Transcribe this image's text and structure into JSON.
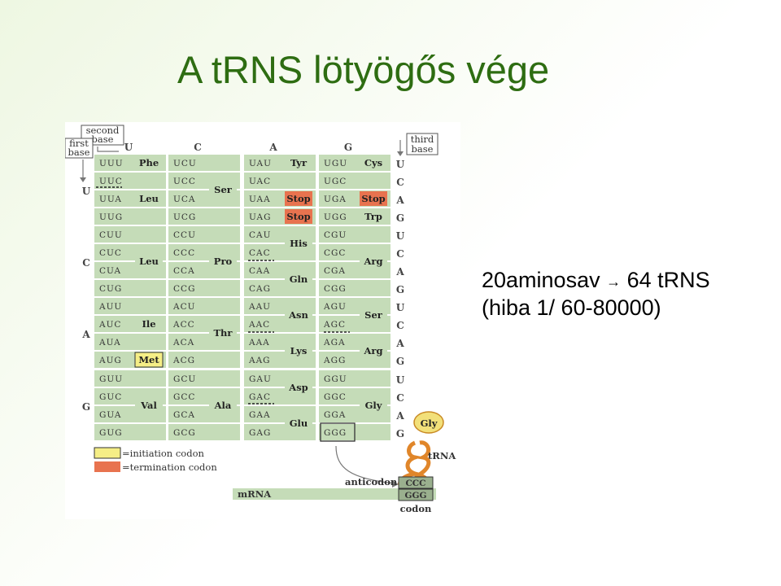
{
  "title": "A tRNS lötyögős vége",
  "note": {
    "line1_left": "20aminosav",
    "arrow": "→",
    "line1_right": "64 tRNS",
    "line2": "(hiba 1/ 60-80000)"
  },
  "colors": {
    "title": "#2e6d12",
    "cell": "#c5dcb8",
    "initiation": "#f5ee86",
    "termination": "#e8734f",
    "trna": "#e0862a"
  },
  "figure": {
    "second_base_label": "second base",
    "first_base_label": "first base",
    "third_base_label": "third base",
    "second_bases": [
      "U",
      "C",
      "A",
      "G"
    ],
    "first_bases": [
      "U",
      "C",
      "A",
      "G"
    ],
    "third_bases": [
      "U",
      "C",
      "A",
      "G"
    ],
    "rows": [
      {
        "blocks": [
          {
            "codons": [
              "UUU",
              "UUC",
              "UUA",
              "UUG"
            ],
            "aas": [
              {
                "name": "Phe",
                "row": 0
              },
              {
                "name": "Leu",
                "row": 2
              }
            ]
          },
          {
            "codons": [
              "UCU",
              "UCC",
              "UCA",
              "UCG"
            ],
            "aas": [
              {
                "name": "Ser",
                "row": 1.5
              }
            ]
          },
          {
            "codons": [
              "UAU",
              "UAC",
              "UAA",
              "UAG"
            ],
            "aas": [
              {
                "name": "Tyr",
                "row": 0
              },
              {
                "name": "Stop",
                "row": 2,
                "kind": "stop"
              },
              {
                "name": "Stop",
                "row": 3,
                "kind": "stop"
              }
            ]
          },
          {
            "codons": [
              "UGU",
              "UGC",
              "UGA",
              "UGG"
            ],
            "aas": [
              {
                "name": "Cys",
                "row": 0
              },
              {
                "name": "Stop",
                "row": 2,
                "kind": "stop"
              },
              {
                "name": "Trp",
                "row": 3
              }
            ]
          }
        ]
      },
      {
        "blocks": [
          {
            "codons": [
              "CUU",
              "CUC",
              "CUA",
              "CUG"
            ],
            "aas": [
              {
                "name": "Leu",
                "row": 1.5
              }
            ]
          },
          {
            "codons": [
              "CCU",
              "CCC",
              "CCA",
              "CCG"
            ],
            "aas": [
              {
                "name": "Pro",
                "row": 1.5
              }
            ]
          },
          {
            "codons": [
              "CAU",
              "CAC",
              "CAA",
              "CAG"
            ],
            "aas": [
              {
                "name": "His",
                "row": 0.5
              },
              {
                "name": "Gln",
                "row": 2.5
              }
            ]
          },
          {
            "codons": [
              "CGU",
              "CGC",
              "CGA",
              "CGG"
            ],
            "aas": [
              {
                "name": "Arg",
                "row": 1.5
              }
            ]
          }
        ]
      },
      {
        "blocks": [
          {
            "codons": [
              "AUU",
              "AUC",
              "AUA",
              "AUG"
            ],
            "aas": [
              {
                "name": "Ile",
                "row": 1
              },
              {
                "name": "Met",
                "row": 3,
                "kind": "start"
              }
            ]
          },
          {
            "codons": [
              "ACU",
              "ACC",
              "ACA",
              "ACG"
            ],
            "aas": [
              {
                "name": "Thr",
                "row": 1.5
              }
            ]
          },
          {
            "codons": [
              "AAU",
              "AAC",
              "AAA",
              "AAG"
            ],
            "aas": [
              {
                "name": "Asn",
                "row": 0.5
              },
              {
                "name": "Lys",
                "row": 2.5
              }
            ]
          },
          {
            "codons": [
              "AGU",
              "AGC",
              "AGA",
              "AGG"
            ],
            "aas": [
              {
                "name": "Ser",
                "row": 0.5
              },
              {
                "name": "Arg",
                "row": 2.5
              }
            ]
          }
        ]
      },
      {
        "blocks": [
          {
            "codons": [
              "GUU",
              "GUC",
              "GUA",
              "GUG"
            ],
            "aas": [
              {
                "name": "Val",
                "row": 1.5
              }
            ]
          },
          {
            "codons": [
              "GCU",
              "GCC",
              "GCA",
              "GCG"
            ],
            "aas": [
              {
                "name": "Ala",
                "row": 1.5
              }
            ]
          },
          {
            "codons": [
              "GAU",
              "GAC",
              "GAA",
              "GAG"
            ],
            "aas": [
              {
                "name": "Asp",
                "row": 0.5
              },
              {
                "name": "Glu",
                "row": 2.5
              }
            ]
          },
          {
            "codons": [
              "GGU",
              "GGC",
              "GGA",
              "GGG"
            ],
            "aas": [
              {
                "name": "Gly",
                "row": 1.5
              }
            ]
          }
        ]
      }
    ],
    "legend": [
      {
        "label": "=initiation codon",
        "kind": "start"
      },
      {
        "label": "=termination codon",
        "kind": "stop"
      }
    ],
    "trna_aa": "Gly",
    "trna_label": "tRNA",
    "anticodon_label": "anticodon",
    "anticodon": "CCC",
    "codon": "GGG",
    "codon_label": "codon",
    "mrna_label": "mRNA"
  }
}
